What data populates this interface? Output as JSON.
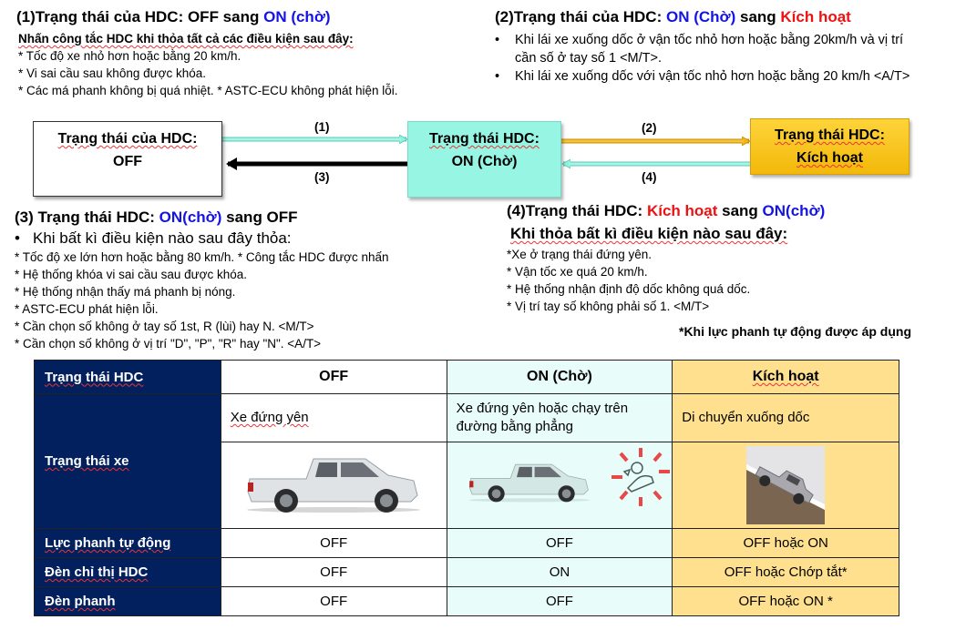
{
  "section1": {
    "title_prefix": "(1)Trạng thái của HDC: OFF sang ",
    "title_highlight": "ON (chờ)",
    "subtitle": "Nhấn công tắc HDC khi thỏa tất cả các điều kiện sau đây:",
    "conditions": [
      "* Tốc độ xe nhỏ hơn hoặc bằng 20 km/h.",
      "* Vi sai cầu sau không được khóa.",
      "* Các má phanh không bị quá nhiệt. * ASTC-ECU không phát hiện lỗi."
    ]
  },
  "section2": {
    "title_prefix": "(2)Trạng thái của HDC: ",
    "title_from": "ON (Chờ)",
    "title_mid": " sang ",
    "title_to": "Kích hoạt",
    "bullets": [
      "Khi lái xe xuống dốc ở vận tốc nhỏ hơn hoặc bằng 20km/h và vị trí",
      "cần số ở tay số 1 <M/T>.",
      "Khi lái xe xuống dốc với vận tốc nhỏ hơn hoặc bằng 20 km/h <A/T>"
    ]
  },
  "section3": {
    "title_prefix": "(3) Trạng thái HDC: ",
    "title_from": "ON(chờ)",
    "title_suffix": " sang OFF",
    "bullet": "Khi bất kì điều kiện nào sau đây thỏa:",
    "conditions": [
      "* Tốc độ xe lớn hơn hoặc bằng 80 km/h. * Công tắc HDC được nhấn",
      "* Hệ thống khóa vi sai cầu sau được khóa.",
      "* Hệ thống nhận thấy má phanh bị nóng.",
      "* ASTC-ECU phát hiện lỗi.",
      "* Cần chọn số không ở tay số 1st, R (lùi) hay N. <M/T>",
      "* Cần chọn số không ở vị trí \"D\", \"P\", \"R\" hay \"N\". <A/T>"
    ]
  },
  "section4": {
    "title_prefix": "(4)Trạng thái HDC: ",
    "title_from": "Kích hoạt",
    "title_mid": " sang ",
    "title_to": "ON(chờ)",
    "subtitle": "Khi thỏa bất kì điều kiện nào sau đây:",
    "conditions": [
      "*Xe ở trạng thái đứng yên.",
      "* Vận tốc xe quá 20 km/h.",
      "* Hệ thống nhận định độ dốc không quá dốc.",
      "* Vị trí tay số không phải số 1. <M/T>"
    ],
    "footnote": "*Khi lực phanh tự động được áp dụng"
  },
  "diagram": {
    "state_off": {
      "line1": "Trạng thái của HDC:",
      "line2": "OFF",
      "color": "#ffffff"
    },
    "state_on": {
      "line1": "Trạng thái HDC:",
      "line2": "ON (Chờ)",
      "color": "#96f5e3"
    },
    "state_active": {
      "line1": "Trạng thái HDC:",
      "line2": "Kích hoạt",
      "color": "#f7c31a"
    },
    "arrows": [
      {
        "label": "(1)",
        "from": "OFF",
        "to": "ON (Chờ)",
        "color": "#8ff0de"
      },
      {
        "label": "(2)",
        "from": "ON (Chờ)",
        "to": "Kích hoạt",
        "color": "#f0b41c"
      },
      {
        "label": "(3)",
        "from": "ON (Chờ)",
        "to": "OFF",
        "color": "#000000"
      },
      {
        "label": "(4)",
        "from": "Kích hoạt",
        "to": "ON (Chờ)",
        "color": "#8ff0de"
      }
    ]
  },
  "table": {
    "header_label": "Trạng thái HDC",
    "columns": [
      "OFF",
      "ON (Chờ)",
      "Kích hoạt"
    ],
    "vehicle_state_label": "Trạng thái xe",
    "vehicle_state": [
      "Xe đứng yên",
      "Xe đứng yên hoặc chạy trên đường bằng phẳng",
      "Di chuyển xuống dốc"
    ],
    "vehicle_images": [
      "pickup-truck-icon",
      "pickup-truck-with-hdc-indicator-icon",
      "truck-downhill-icon"
    ],
    "rows": [
      {
        "label": "Lực phanh tự động",
        "values": [
          "OFF",
          "OFF",
          "OFF hoặc ON"
        ]
      },
      {
        "label": "Đèn chỉ thị HDC",
        "values": [
          "OFF",
          "ON",
          "OFF hoặc Chớp tắt*"
        ]
      },
      {
        "label": "Đèn phanh",
        "values": [
          "OFF",
          "OFF",
          "OFF hoặc ON *"
        ]
      }
    ],
    "colors": {
      "header": "#03205e",
      "off": "#ffffff",
      "on": "#e8fdf9",
      "active": "#ffe08f"
    }
  }
}
